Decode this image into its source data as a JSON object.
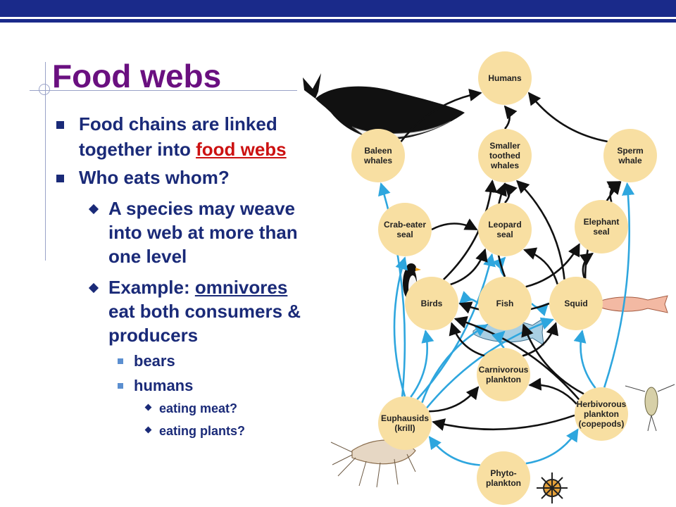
{
  "slide": {
    "title": "Food webs",
    "bullets": {
      "b1_line1": "Food chains are linked",
      "b1_line2_prefix": "together into ",
      "b1_line2_link": "food webs",
      "b2": "Who eats whom?",
      "b3_line1": "A species may weave",
      "b3_line2": "into web at more than",
      "b3_line3": "one level",
      "b4_line1_prefix": "Example: ",
      "b4_line1_term": "omnivores",
      "b4_line2": "eat both consumers &",
      "b4_line3": "producers",
      "b5": "bears",
      "b6": "humans",
      "b7": "eating meat?",
      "b8": "eating plants?"
    }
  },
  "colors": {
    "title": "#6a1080",
    "text": "#1a2a78",
    "link": "#cc1111",
    "node_fill": "#f8dfa2",
    "arrow_black": "#111111",
    "arrow_blue": "#2ea6de",
    "bar": "#1a2a8a"
  },
  "nodes": [
    {
      "id": "humans",
      "lines": [
        "Humans"
      ]
    },
    {
      "id": "baleen",
      "lines": [
        "Baleen",
        "whales"
      ]
    },
    {
      "id": "smaller",
      "lines": [
        "Smaller",
        "toothed",
        "whales"
      ]
    },
    {
      "id": "sperm",
      "lines": [
        "Sperm",
        "whale"
      ]
    },
    {
      "id": "crabeater",
      "lines": [
        "Crab-eater",
        "seal"
      ]
    },
    {
      "id": "leopard",
      "lines": [
        "Leopard",
        "seal"
      ]
    },
    {
      "id": "elephant",
      "lines": [
        "Elephant",
        "seal"
      ]
    },
    {
      "id": "birds",
      "lines": [
        "Birds"
      ]
    },
    {
      "id": "fish",
      "lines": [
        "Fish"
      ]
    },
    {
      "id": "squid",
      "lines": [
        "Squid"
      ]
    },
    {
      "id": "carniv",
      "lines": [
        "Carnivorous",
        "plankton"
      ]
    },
    {
      "id": "euph",
      "lines": [
        "Euphausids",
        "(krill)"
      ]
    },
    {
      "id": "herbiv",
      "lines": [
        "Herbivorous",
        "plankton",
        "(copepods)"
      ]
    },
    {
      "id": "phyto",
      "lines": [
        "Phyto-",
        "plankton"
      ]
    }
  ],
  "edges": [
    {
      "from": "baleen",
      "to": "humans",
      "color": "black"
    },
    {
      "from": "smaller",
      "to": "humans",
      "color": "black"
    },
    {
      "from": "sperm",
      "to": "humans",
      "color": "black"
    },
    {
      "from": "euph",
      "to": "baleen",
      "color": "blue"
    },
    {
      "from": "euph",
      "to": "crabeater",
      "color": "blue"
    },
    {
      "from": "euph",
      "to": "birds",
      "color": "blue"
    },
    {
      "from": "euph",
      "to": "fish",
      "color": "blue"
    },
    {
      "from": "euph",
      "to": "leopard",
      "color": "blue"
    },
    {
      "from": "euph",
      "to": "squid",
      "color": "blue"
    },
    {
      "from": "euph",
      "to": "carniv",
      "color": "black"
    },
    {
      "from": "phyto",
      "to": "euph",
      "color": "blue"
    },
    {
      "from": "phyto",
      "to": "herbiv",
      "color": "blue"
    },
    {
      "from": "herbiv",
      "to": "euph",
      "color": "black"
    },
    {
      "from": "herbiv",
      "to": "carniv",
      "color": "black"
    },
    {
      "from": "herbiv",
      "to": "fish",
      "color": "black"
    },
    {
      "from": "herbiv",
      "to": "birds",
      "color": "black"
    },
    {
      "from": "herbiv",
      "to": "squid",
      "color": "blue"
    },
    {
      "from": "herbiv",
      "to": "sperm",
      "color": "blue"
    },
    {
      "from": "carniv",
      "to": "fish",
      "color": "blue"
    },
    {
      "from": "carniv",
      "to": "squid",
      "color": "black"
    },
    {
      "from": "carniv",
      "to": "birds",
      "color": "black"
    },
    {
      "from": "fish",
      "to": "birds",
      "color": "blue"
    },
    {
      "from": "fish",
      "to": "leopard",
      "color": "blue"
    },
    {
      "from": "fish",
      "to": "squid",
      "color": "blue"
    },
    {
      "from": "fish",
      "to": "smaller",
      "color": "black"
    },
    {
      "from": "fish",
      "to": "elephant",
      "color": "black"
    },
    {
      "from": "squid",
      "to": "birds",
      "color": "black"
    },
    {
      "from": "squid",
      "to": "leopard",
      "color": "black"
    },
    {
      "from": "squid",
      "to": "elephant",
      "color": "black"
    },
    {
      "from": "squid",
      "to": "smaller",
      "color": "black"
    },
    {
      "from": "squid",
      "to": "sperm",
      "color": "black"
    },
    {
      "from": "birds",
      "to": "leopard",
      "color": "black"
    },
    {
      "from": "crabeater",
      "to": "leopard",
      "color": "black"
    },
    {
      "from": "leopard",
      "to": "smaller",
      "color": "black"
    },
    {
      "from": "elephant",
      "to": "sperm",
      "color": "black"
    },
    {
      "from": "birds",
      "to": "smaller",
      "color": "black"
    }
  ]
}
